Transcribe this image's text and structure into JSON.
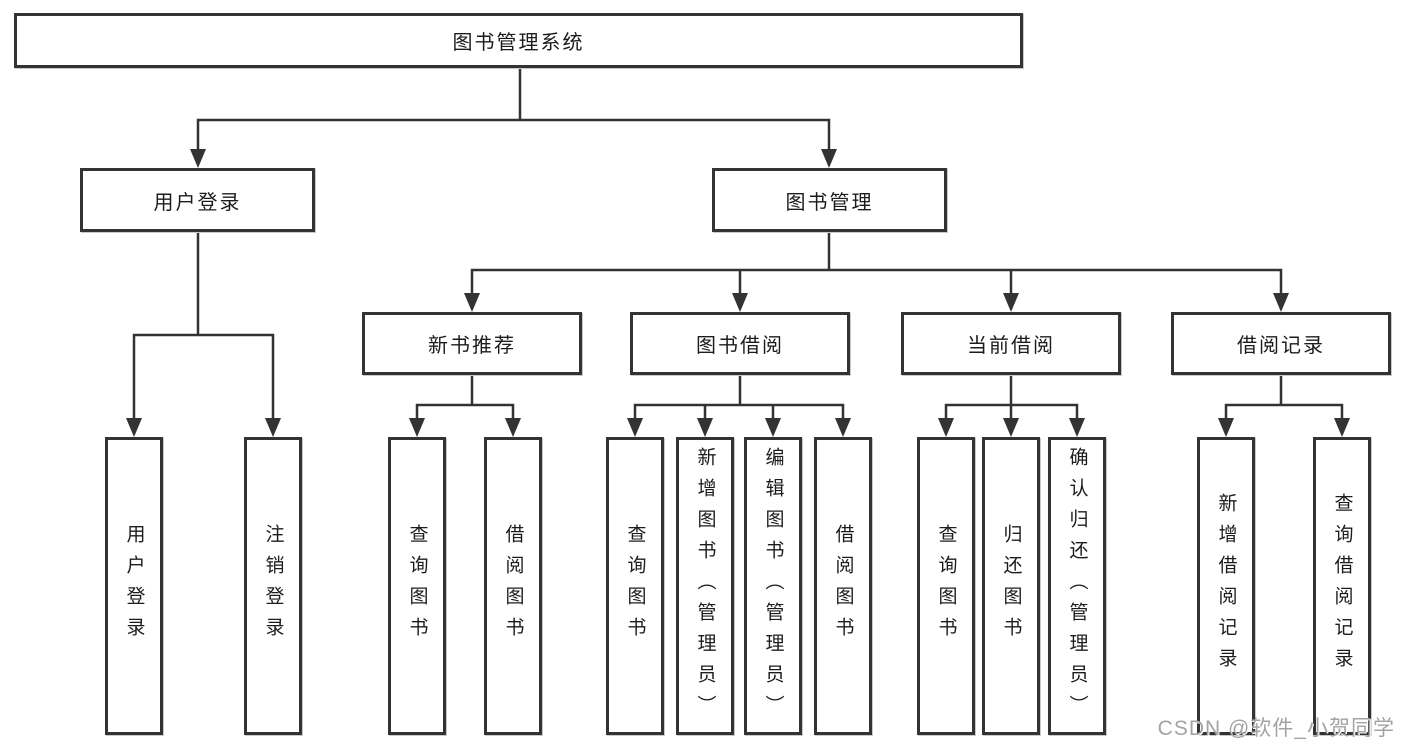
{
  "tree": {
    "root": {
      "label": "图书管理系统"
    },
    "branches": [
      {
        "label": "用户登录",
        "leaves": [
          {
            "label": "用户登录"
          },
          {
            "label": "注销登录"
          }
        ]
      },
      {
        "label": "图书管理",
        "groups": [
          {
            "label": "新书推荐",
            "leaves": [
              {
                "label": "查询图书"
              },
              {
                "label": "借阅图书"
              }
            ]
          },
          {
            "label": "图书借阅",
            "leaves": [
              {
                "label": "查询图书"
              },
              {
                "label": "新增图书（管理员）"
              },
              {
                "label": "编辑图书（管理员）"
              },
              {
                "label": "借阅图书"
              }
            ]
          },
          {
            "label": "当前借阅",
            "leaves": [
              {
                "label": "查询图书"
              },
              {
                "label": "归还图书"
              },
              {
                "label": "确认归还（管理员）"
              }
            ]
          },
          {
            "label": "借阅记录",
            "leaves": [
              {
                "label": "新增借阅记录"
              },
              {
                "label": "查询借阅记录"
              }
            ]
          }
        ]
      }
    ]
  },
  "watermark": {
    "text": "CSDN @软件_小贺同学"
  },
  "colors": {
    "line": "#333333",
    "box_border": "#333333",
    "text": "#1c1c1c",
    "watermark": "#a3a3a3",
    "background": "#ffffff"
  }
}
